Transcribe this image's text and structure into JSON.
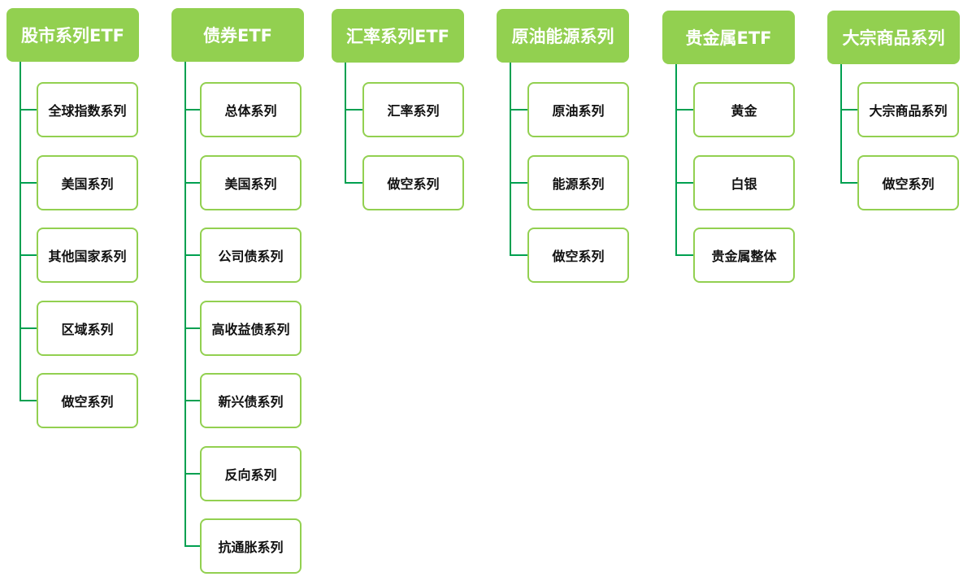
{
  "colors": {
    "header_fill": "#92d050",
    "header_text": "#ffffff",
    "leaf_border": "#92d050",
    "leaf_text": "#111111",
    "connector": "#00a050"
  },
  "categories": [
    {
      "title": "股市系列ETF",
      "items": [
        "全球指数系列",
        "美国系列",
        "其他国家系列",
        "区域系列",
        "做空系列"
      ]
    },
    {
      "title": "债券ETF",
      "items": [
        "总体系列",
        "美国系列",
        "公司债系列",
        "高收益债系列",
        "新兴债系列",
        "反向系列",
        "抗通胀系列"
      ]
    },
    {
      "title": "汇率系列ETF",
      "items": [
        "汇率系列",
        "做空系列"
      ]
    },
    {
      "title": "原油能源系列",
      "items": [
        "原油系列",
        "能源系列",
        "做空系列"
      ]
    },
    {
      "title": "贵金属ETF",
      "items": [
        "黄金",
        "白银",
        "贵金属整体"
      ]
    },
    {
      "title": "大宗商品系列",
      "items": [
        "大宗商品系列",
        "做空系列"
      ]
    }
  ]
}
